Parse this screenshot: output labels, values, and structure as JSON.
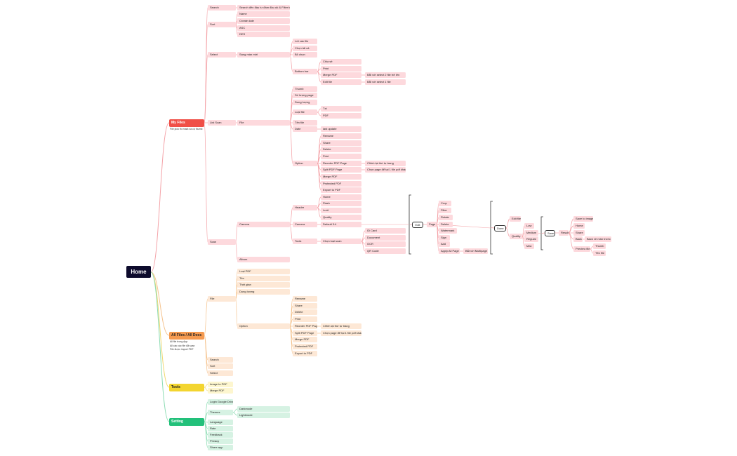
{
  "root": "Home",
  "colors": {
    "myfiles": "#f04f47",
    "allfiles": "#f59a50",
    "tools": "#f3d530",
    "setting": "#22c07a",
    "line_pink": "#f4a3a8",
    "line_orange": "#f5c38e",
    "line_yellow": "#efd870",
    "line_green": "#8cdcb3",
    "bracket": "#333333"
  },
  "notes": {
    "myfiles": "File pick thì mark và cộ thumb",
    "allfiles": "All file trong App\nAll các các file đã scan\nFile được import PDF"
  },
  "nodes": [
    {
      "id": "myfiles",
      "label": "My Files",
      "style": "redmain",
      "parent": "root"
    },
    {
      "id": "allfiles",
      "label": "All Files / All Docs",
      "style": "orangemain",
      "parent": "root"
    },
    {
      "id": "tools",
      "label": "Tools",
      "style": "yellowmain",
      "parent": "root"
    },
    {
      "id": "setting",
      "label": "Setting",
      "style": "greenmain",
      "parent": "root"
    },
    {
      "id": "mf_search",
      "label": "Search",
      "style": "pink",
      "parent": "myfiles"
    },
    {
      "id": "mf_search_d",
      "label": "Search đến đầu tư đám đầu dò & Filter tên",
      "style": "pink",
      "parent": "mf_search"
    },
    {
      "id": "mf_sort",
      "label": "Sort",
      "style": "pink",
      "parent": "myfiles"
    },
    {
      "id": "mf_sort_name",
      "label": "Name",
      "style": "pink",
      "parent": "mf_sort"
    },
    {
      "id": "mf_sort_create",
      "label": "Create date",
      "style": "pink",
      "parent": "mf_sort"
    },
    {
      "id": "mf_sort_asc",
      "label": "ASC",
      "style": "pink",
      "parent": "mf_sort"
    },
    {
      "id": "mf_sort_des",
      "label": "DES",
      "style": "pink",
      "parent": "mf_sort"
    },
    {
      "id": "mf_select",
      "label": "Select",
      "style": "pink",
      "parent": "myfiles"
    },
    {
      "id": "mf_sel_sang",
      "label": "Sang màn mới",
      "style": "pink",
      "parent": "mf_select"
    },
    {
      "id": "mf_sel_all",
      "label": "Lời các file",
      "style": "pink",
      "parent": "mf_sel_sang"
    },
    {
      "id": "mf_sel_chon",
      "label": "Chọn tất cả",
      "style": "pink",
      "parent": "mf_sel_sang"
    },
    {
      "id": "mf_sel_bo",
      "label": "Bỏ chọn",
      "style": "pink",
      "parent": "mf_sel_sang"
    },
    {
      "id": "mf_sel_bottom",
      "label": "Bottom bar",
      "style": "pink",
      "parent": "mf_sel_sang"
    },
    {
      "id": "mf_bb_chia",
      "label": "Chia sẻ",
      "style": "pink",
      "parent": "mf_sel_bottom"
    },
    {
      "id": "mf_bb_print",
      "label": "Print",
      "style": "pink",
      "parent": "mf_sel_bottom"
    },
    {
      "id": "mf_bb_merge",
      "label": "Merge PDF",
      "style": "pink",
      "parent": "mf_sel_bottom"
    },
    {
      "id": "mf_bb_merge_n",
      "label": "Bắt với select 2 file trở lên",
      "style": "pink",
      "parent": "mf_bb_merge"
    },
    {
      "id": "mf_bb_edit",
      "label": "Edit file",
      "style": "pink",
      "parent": "mf_sel_bottom"
    },
    {
      "id": "mf_bb_edit_n",
      "label": "Bắt với select 1 file",
      "style": "pink",
      "parent": "mf_bb_edit"
    },
    {
      "id": "mf_list",
      "label": "List Scan",
      "style": "pink",
      "parent": "myfiles"
    },
    {
      "id": "mf_file",
      "label": "File",
      "style": "pink",
      "parent": "mf_list"
    },
    {
      "id": "mf_thumb",
      "label": "Thumb",
      "style": "pink",
      "parent": "mf_file"
    },
    {
      "id": "mf_sotrang",
      "label": "Số lượng page",
      "style": "pink",
      "parent": "mf_file"
    },
    {
      "id": "mf_dungluong",
      "label": "Dung lượng",
      "style": "pink",
      "parent": "mf_file"
    },
    {
      "id": "mf_loaifile",
      "label": "Loại file",
      "style": "pink",
      "parent": "mf_file"
    },
    {
      "id": "mf_lf_txt",
      "label": "Txt",
      "style": "pink",
      "parent": "mf_loaifile"
    },
    {
      "id": "mf_lf_pdf",
      "label": "PDF",
      "style": "pink",
      "parent": "mf_loaifile"
    },
    {
      "id": "mf_tenfile",
      "label": "Tên file",
      "style": "pink",
      "parent": "mf_file"
    },
    {
      "id": "mf_date",
      "label": "Date",
      "style": "pink",
      "parent": "mf_file"
    },
    {
      "id": "mf_date_last",
      "label": "last update",
      "style": "pink",
      "parent": "mf_date"
    },
    {
      "id": "mf_option",
      "label": "Option",
      "style": "pink",
      "parent": "mf_file"
    },
    {
      "id": "mf_op_rename",
      "label": "Rename",
      "style": "pink",
      "parent": "mf_option"
    },
    {
      "id": "mf_op_share",
      "label": "Share",
      "style": "pink",
      "parent": "mf_option"
    },
    {
      "id": "mf_op_delete",
      "label": "Delete",
      "style": "pink",
      "parent": "mf_option"
    },
    {
      "id": "mf_op_print",
      "label": "Print",
      "style": "pink",
      "parent": "mf_option"
    },
    {
      "id": "mf_op_reorder",
      "label": "Reorder PDF Page",
      "style": "pink",
      "parent": "mf_option"
    },
    {
      "id": "mf_op_reorder_n",
      "label": "Chỉnh lại thứ tự trang",
      "style": "pink",
      "parent": "mf_op_reorder"
    },
    {
      "id": "mf_op_split",
      "label": "Split PDF Page",
      "style": "pink",
      "parent": "mf_option"
    },
    {
      "id": "mf_op_split_n",
      "label": "Chọn page để tại 1 file pdf khác",
      "style": "pink",
      "parent": "mf_op_split"
    },
    {
      "id": "mf_op_merge",
      "label": "Merge PDF",
      "style": "pink",
      "parent": "mf_option"
    },
    {
      "id": "mf_op_protect",
      "label": "Protected PDF",
      "style": "pink",
      "parent": "mf_option"
    },
    {
      "id": "mf_op_export",
      "label": "Export to PDF",
      "style": "pink",
      "parent": "mf_option"
    },
    {
      "id": "mf_scan",
      "label": "Scan",
      "style": "pink",
      "parent": "myfiles"
    },
    {
      "id": "sc_camera",
      "label": "Camera",
      "style": "pink",
      "parent": "mf_scan"
    },
    {
      "id": "sc_header",
      "label": "Header",
      "style": "pink",
      "parent": "sc_camera"
    },
    {
      "id": "sc_h_home",
      "label": "Home",
      "style": "pink",
      "parent": "sc_header"
    },
    {
      "id": "sc_h_flash",
      "label": "Flash",
      "style": "pink",
      "parent": "sc_header"
    },
    {
      "id": "sc_h_luoi",
      "label": "Lưới",
      "style": "pink",
      "parent": "sc_header"
    },
    {
      "id": "sc_h_quality",
      "label": "Quality",
      "style": "pink",
      "parent": "sc_header"
    },
    {
      "id": "sc_cam2",
      "label": "Camera",
      "style": "pink",
      "parent": "sc_camera"
    },
    {
      "id": "sc_default",
      "label": "Default 3:4",
      "style": "pink",
      "parent": "sc_cam2"
    },
    {
      "id": "sc_tools",
      "label": "Tools",
      "style": "pink",
      "parent": "sc_camera"
    },
    {
      "id": "sc_tools_chon",
      "label": "Chọn loại scan",
      "style": "pink",
      "parent": "sc_tools"
    },
    {
      "id": "sc_t_id",
      "label": "ID Card",
      "style": "pink",
      "parent": "sc_tools_chon"
    },
    {
      "id": "sc_t_doc",
      "label": "Document",
      "style": "pink",
      "parent": "sc_tools_chon"
    },
    {
      "id": "sc_t_ocr",
      "label": "OCR",
      "style": "pink",
      "parent": "sc_tools_chon"
    },
    {
      "id": "sc_t_qr",
      "label": "QR Code",
      "style": "pink",
      "parent": "sc_tools_chon"
    },
    {
      "id": "sc_album",
      "label": "Album",
      "style": "pink",
      "parent": "mf_scan"
    },
    {
      "id": "ed_edit",
      "label": "Edit",
      "style": "boxed",
      "parent": "bracket1"
    },
    {
      "id": "ed_page",
      "label": "Page",
      "style": "pink",
      "parent": "ed_edit"
    },
    {
      "id": "ed_crop",
      "label": "Crop",
      "style": "pink",
      "parent": "ed_page"
    },
    {
      "id": "ed_filter",
      "label": "Filter",
      "style": "pink",
      "parent": "ed_page"
    },
    {
      "id": "ed_rotate",
      "label": "Rotate",
      "style": "pink",
      "parent": "ed_page"
    },
    {
      "id": "ed_delete",
      "label": "Delete",
      "style": "pink",
      "parent": "ed_page"
    },
    {
      "id": "ed_water",
      "label": "Watermark",
      "style": "pink",
      "parent": "ed_page"
    },
    {
      "id": "ed_sign",
      "label": "Sign",
      "style": "pink",
      "parent": "ed_page"
    },
    {
      "id": "ed_add",
      "label": "Add",
      "style": "pink",
      "parent": "ed_page"
    },
    {
      "id": "ed_apply",
      "label": "Apply All Page",
      "style": "pink",
      "parent": "ed_page"
    },
    {
      "id": "ed_apply_n",
      "label": "Bắt với Multipage",
      "style": "pink",
      "parent": "ed_apply"
    },
    {
      "id": "dn_done",
      "label": "Done",
      "style": "boxed",
      "parent": "bracket2"
    },
    {
      "id": "dn_edit",
      "label": "Edit file",
      "style": "pink",
      "parent": "dn_done"
    },
    {
      "id": "dn_quality",
      "label": "Quality",
      "style": "pink",
      "parent": "dn_done"
    },
    {
      "id": "dn_q_low",
      "label": "Low",
      "style": "pink",
      "parent": "dn_quality"
    },
    {
      "id": "dn_q_med",
      "label": "Medium",
      "style": "pink",
      "parent": "dn_quality"
    },
    {
      "id": "dn_q_reg",
      "label": "Regular",
      "style": "pink",
      "parent": "dn_quality"
    },
    {
      "id": "dn_q_max",
      "label": "Max",
      "style": "pink",
      "parent": "dn_quality"
    },
    {
      "id": "sv_save",
      "label": "Save",
      "style": "boxed",
      "parent": "bracket3"
    },
    {
      "id": "sv_result",
      "label": "Result",
      "style": "pink",
      "parent": "sv_save"
    },
    {
      "id": "sv_saveimg",
      "label": "Save to image",
      "style": "pink",
      "parent": "sv_result"
    },
    {
      "id": "sv_home",
      "label": "Home",
      "style": "pink",
      "parent": "sv_result"
    },
    {
      "id": "sv_share",
      "label": "Share",
      "style": "pink",
      "parent": "sv_result"
    },
    {
      "id": "sv_back",
      "label": "Back",
      "style": "pink",
      "parent": "sv_result"
    },
    {
      "id": "sv_back_n",
      "label": "Back về màn trước",
      "style": "pink",
      "parent": "sv_back"
    },
    {
      "id": "sv_preview",
      "label": "Preview file",
      "style": "pink",
      "parent": "sv_result"
    },
    {
      "id": "sv_pv_thumb",
      "label": "Thumb",
      "style": "pink",
      "parent": "sv_preview"
    },
    {
      "id": "sv_pv_tenfile",
      "label": "Tên file",
      "style": "pink",
      "parent": "sv_preview"
    },
    {
      "id": "af_file",
      "label": "File",
      "style": "peach",
      "parent": "allfiles"
    },
    {
      "id": "af_loai",
      "label": "Loại PDF",
      "style": "peach",
      "parent": "af_file"
    },
    {
      "id": "af_ten",
      "label": "Tên",
      "style": "peach",
      "parent": "af_file"
    },
    {
      "id": "af_thoi",
      "label": "Thời gian",
      "style": "peach",
      "parent": "af_file"
    },
    {
      "id": "af_dung",
      "label": "Dung lượng",
      "style": "peach",
      "parent": "af_file"
    },
    {
      "id": "af_option",
      "label": "Option",
      "style": "peach",
      "parent": "af_file"
    },
    {
      "id": "af_op_rename",
      "label": "Rename",
      "style": "peach",
      "parent": "af_option"
    },
    {
      "id": "af_op_share",
      "label": "Share",
      "style": "peach",
      "parent": "af_option"
    },
    {
      "id": "af_op_delete",
      "label": "Delete",
      "style": "peach",
      "parent": "af_option"
    },
    {
      "id": "af_op_print",
      "label": "Print",
      "style": "peach",
      "parent": "af_option"
    },
    {
      "id": "af_op_reorder",
      "label": "Reorder PDF Page",
      "style": "peach",
      "parent": "af_option"
    },
    {
      "id": "af_op_reorder_n",
      "label": "Chỉnh lại thứ tự trang",
      "style": "peach",
      "parent": "af_op_reorder"
    },
    {
      "id": "af_op_split",
      "label": "Split PDF Page",
      "style": "peach",
      "parent": "af_option"
    },
    {
      "id": "af_op_split_n",
      "label": "Chọn page để tại 1 file pdf khác",
      "style": "peach",
      "parent": "af_op_split"
    },
    {
      "id": "af_op_merge",
      "label": "Merge PDF",
      "style": "peach",
      "parent": "af_option"
    },
    {
      "id": "af_op_protect",
      "label": "Protected PDF",
      "style": "peach",
      "parent": "af_option"
    },
    {
      "id": "af_op_export",
      "label": "Export to PDF",
      "style": "peach",
      "parent": "af_option"
    },
    {
      "id": "af_search",
      "label": "Search",
      "style": "peach",
      "parent": "allfiles"
    },
    {
      "id": "af_sort",
      "label": "Sort",
      "style": "peach",
      "parent": "allfiles"
    },
    {
      "id": "af_select",
      "label": "Select",
      "style": "peach",
      "parent": "allfiles"
    },
    {
      "id": "tl_img",
      "label": "Image to PDF",
      "style": "yellow",
      "parent": "tools"
    },
    {
      "id": "tl_merge",
      "label": "Merge PDF",
      "style": "yellow",
      "parent": "tools"
    },
    {
      "id": "st_login",
      "label": "Login Google Drive",
      "style": "green",
      "parent": "setting"
    },
    {
      "id": "st_themes",
      "label": "Themes",
      "style": "green",
      "parent": "setting"
    },
    {
      "id": "st_dark",
      "label": "Darkmode",
      "style": "green",
      "parent": "st_themes"
    },
    {
      "id": "st_light",
      "label": "Lightmode",
      "style": "green",
      "parent": "st_themes"
    },
    {
      "id": "st_lang",
      "label": "Language",
      "style": "green",
      "parent": "setting"
    },
    {
      "id": "st_rate",
      "label": "Rate",
      "style": "green",
      "parent": "setting"
    },
    {
      "id": "st_feedback",
      "label": "Feedback",
      "style": "green",
      "parent": "setting"
    },
    {
      "id": "st_policy",
      "label": "Privacy",
      "style": "green",
      "parent": "setting"
    },
    {
      "id": "st_share",
      "label": "Share app",
      "style": "green",
      "parent": "setting"
    }
  ]
}
